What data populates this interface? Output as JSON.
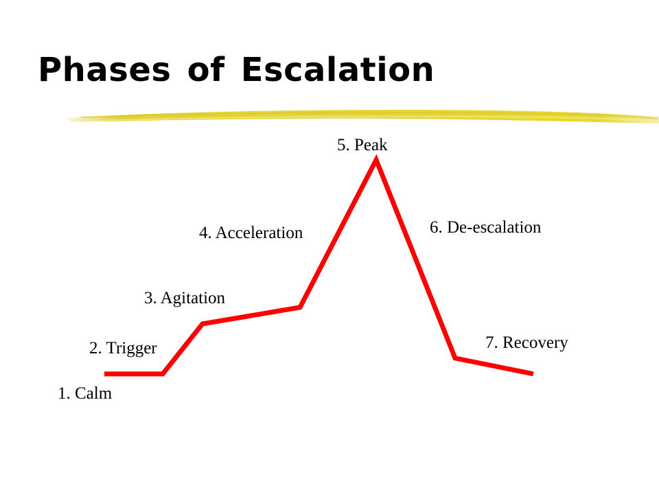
{
  "title": "Phases of Escalation",
  "colors": {
    "line": "#ff0000",
    "underline": "#e8d830",
    "text": "#000000",
    "background": "#ffffff"
  },
  "phases": [
    "1. Calm",
    "2. Trigger",
    "3. Agitation",
    "4. Acceleration",
    "5. Peak",
    "6. De-escalation",
    "7. Recovery"
  ]
}
